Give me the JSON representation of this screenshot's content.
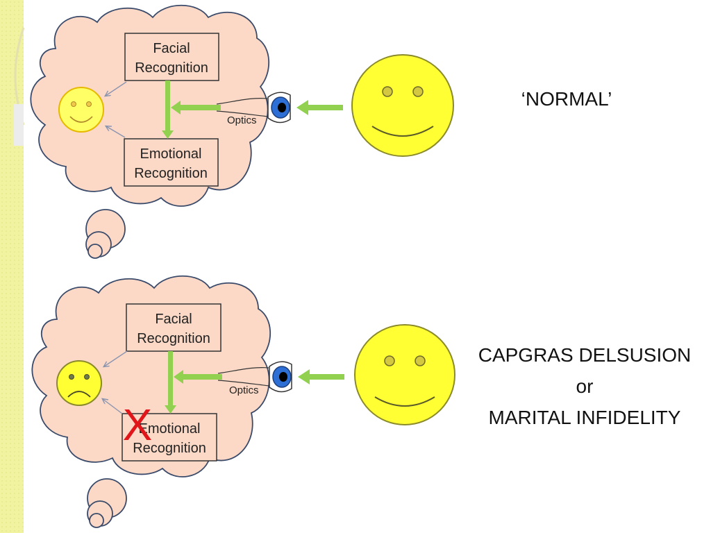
{
  "colors": {
    "cloud_fill": "#fbd9c6",
    "cloud_stroke": "#3a4a6a",
    "box_fill": "#fbd9c6",
    "box_stroke": "#333333",
    "arrow_green": "#92d050",
    "face_yellow": "#ffff33",
    "face_stroke": "#8a8a2a",
    "eye_iris": "#2e6fd6",
    "mark_red": "#e0161a",
    "side_band": "#f1f3a0"
  },
  "panels": [
    {
      "facial_label": [
        "Facial",
        "Recognition"
      ],
      "emotional_label": [
        "Emotional",
        "Recognition"
      ],
      "optics_label": "Optics",
      "small_face_expression": "smile",
      "blocked": false,
      "side_text": [
        "‘NORMAL’"
      ]
    },
    {
      "facial_label": [
        "Facial",
        "Recognition"
      ],
      "emotional_label": [
        "Emotional",
        "Recognition"
      ],
      "optics_label": "Optics",
      "small_face_expression": "frown",
      "blocked": true,
      "block_mark": "X",
      "side_text": [
        "CAPGRAS DELSUSION",
        "or",
        "MARITAL INFIDELITY"
      ]
    }
  ]
}
